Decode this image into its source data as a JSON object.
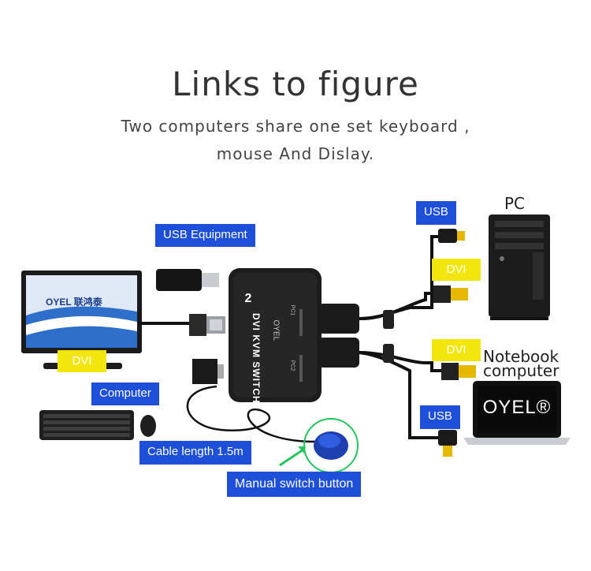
{
  "title": "Links to figure",
  "subtitle_line1": "Two computers share one set keyboard ,",
  "subtitle_line2": "mouse And Dislay.",
  "labels": {
    "usb_equipment": "USB Equipment",
    "usb_top": "USB",
    "usb_bottom": "USB",
    "dvi_monitor": "DVI",
    "dvi_pc": "DVI",
    "dvi_notebook": "DVI",
    "computer": "Computer",
    "pc": "PC",
    "notebook_line1": "Notebook",
    "notebook_line2": "computer",
    "cable_length": "Cable length 1.5m",
    "manual_switch": "Manual switch button"
  },
  "device": {
    "brand": "OYEL",
    "model": "DVI KVM SWITCH",
    "ports": "2",
    "port1": "PC1",
    "port2": "PC2"
  },
  "screens": {
    "monitor_logo": "OYEL 联鸿泰",
    "notebook_logo": "OYEL®"
  },
  "colors": {
    "label_blue": "#1d4fd8",
    "label_yellow": "#f2e60e",
    "arrow_green": "#22c55e",
    "button_blue": "#1e40af"
  }
}
